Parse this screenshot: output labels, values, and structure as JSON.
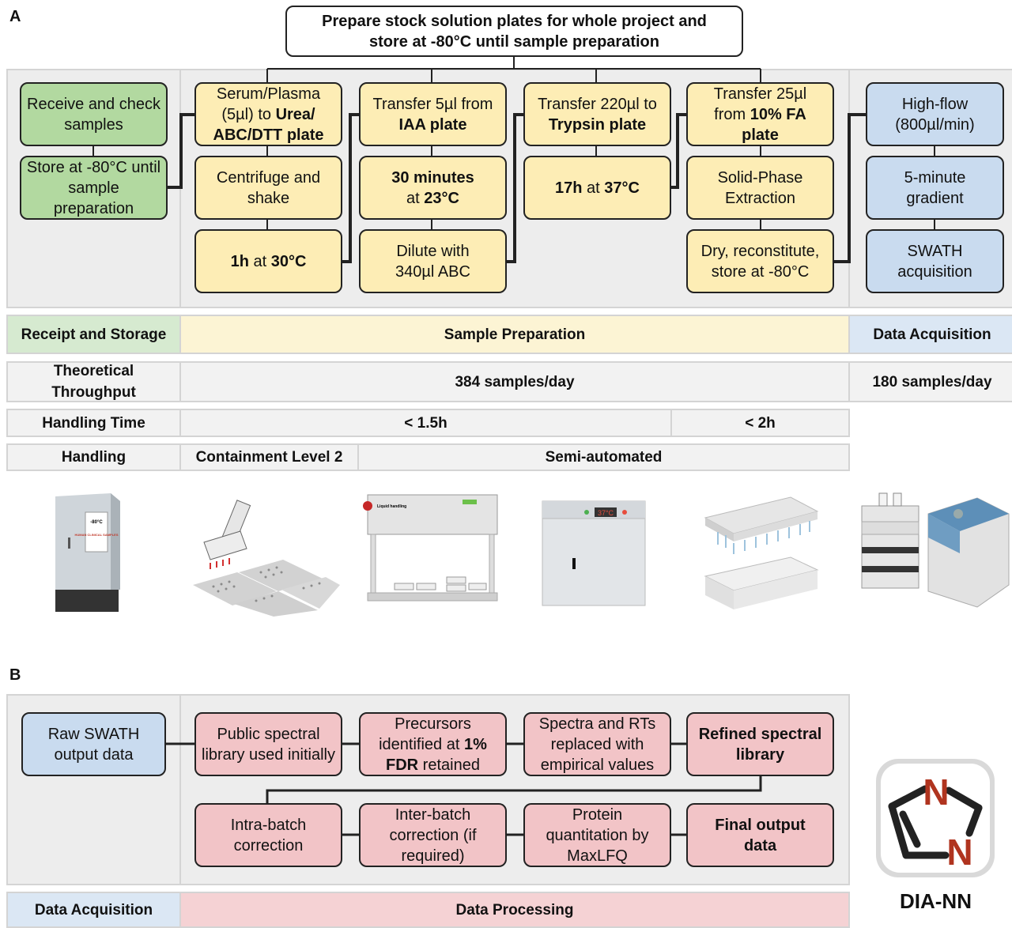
{
  "panel_a_label": "A",
  "panel_b_label": "B",
  "top_box": {
    "line1": "Prepare stock solution plates for whole project and",
    "line2": "store at -80°C until sample preparation"
  },
  "receipt": {
    "box1": "Receive and check samples",
    "box2": "Store at -80°C until sample preparation"
  },
  "prep": {
    "col1": {
      "b1_pre": "Serum/Plasma (5µl) to ",
      "b1_bold": "Urea/ ABC/DTT plate",
      "b2": "Centrifuge and shake",
      "b3_bold1": "1h",
      "b3_mid": " at ",
      "b3_bold2": "30°C"
    },
    "col2": {
      "b1_pre": "Transfer 5µl from ",
      "b1_bold": "IAA plate",
      "b2_bold1": "30 minutes",
      "b2_mid": "at ",
      "b2_bold2": "23°C",
      "b3": "Dilute with 340µl ABC"
    },
    "col3": {
      "b1_pre": "Transfer 220µl to ",
      "b1_bold": "Trypsin plate",
      "b2_bold1": "17h",
      "b2_mid": " at ",
      "b2_bold2": "37°C"
    },
    "col4": {
      "b1_pre": "Transfer 25µl from ",
      "b1_bold": "10% FA plate",
      "b2": "Solid-Phase Extraction",
      "b3": "Dry, reconstitute, store at -80°C"
    }
  },
  "acquisition": {
    "box1": "High-flow (800µl/min)",
    "box2": "5-minute gradient",
    "box3": "SWATH acquisition"
  },
  "stage_bar": {
    "receipt": "Receipt and Storage",
    "prep": "Sample Preparation",
    "acq": "Data Acquisition"
  },
  "throughput": {
    "label": "Theoretical Throughput",
    "prep": "384 samples/day",
    "acq": "180 samples/day"
  },
  "handling_time": {
    "label": "Handling Time",
    "t1": "< 1.5h",
    "t2": "< 2h"
  },
  "handling": {
    "label": "Handling",
    "containment": "Containment Level 2",
    "semi": "Semi-automated"
  },
  "illustrations": {
    "freezer_temp": "-80°C",
    "freezer_label": "HUMAN CLINICAL SAMPLES",
    "liquid_handler_label": "Liquid handling",
    "incubator_temp": "37°C"
  },
  "panel_b": {
    "raw": "Raw SWATH output data",
    "r1b1": "Public spectral library used initially",
    "r1b2_pre": "Precursors identified at ",
    "r1b2_bold1": "1%",
    "r1b2_bold2": "FDR",
    "r1b2_post": " retained",
    "r1b3": "Spectra and RTs replaced with empirical values",
    "r1b4": "Refined spectral library",
    "r2b1": "Intra-batch correction",
    "r2b2": "Inter-batch correction (if required)",
    "r2b3": "Protein quantitation by MaxLFQ",
    "r2b4": "Final output data",
    "bar_acq": "Data Acquisition",
    "bar_proc": "Data Processing",
    "logo_label": "DIA-NN",
    "logo_letter1": "N",
    "logo_letter2": "N"
  },
  "colors": {
    "green": "#b2d9a0",
    "yellow": "#fdedb5",
    "blue": "#c9dbef",
    "pink": "#f2c4c7",
    "logo_red": "#b0341f"
  }
}
